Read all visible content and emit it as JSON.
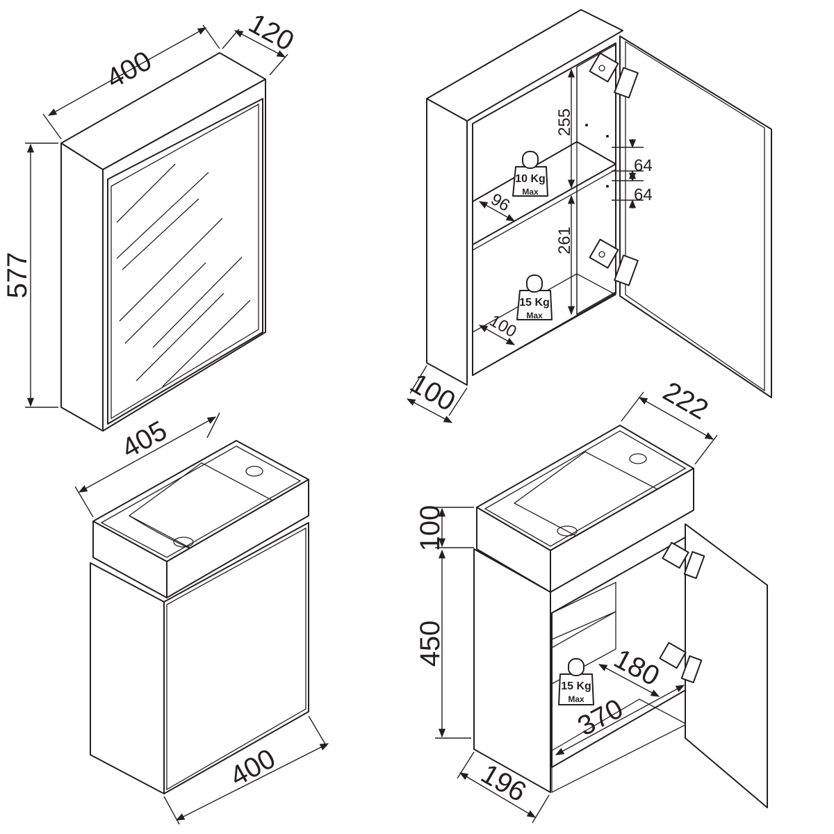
{
  "mirror_cabinet_front": {
    "width": "400",
    "depth": "120",
    "height": "577"
  },
  "mirror_cabinet_open": {
    "upper_height": "255",
    "upper_gap": "64",
    "lower_gap": "64",
    "lower_height": "261",
    "shelf_depth": "96",
    "bottom_depth": "100",
    "cabinet_depth": "100",
    "weight_upper": {
      "value": "10 Kg",
      "max": "Max"
    },
    "weight_lower": {
      "value": "15 Kg",
      "max": "Max"
    }
  },
  "vanity_closed": {
    "basin_width": "405",
    "cabinet_width": "400"
  },
  "vanity_open": {
    "basin_depth": "222",
    "basin_height": "100",
    "cabinet_height": "450",
    "inner_depth": "180",
    "inner_width": "370",
    "cabinet_depth": "196",
    "weight": {
      "value": "15 Kg",
      "max": "Max"
    }
  }
}
